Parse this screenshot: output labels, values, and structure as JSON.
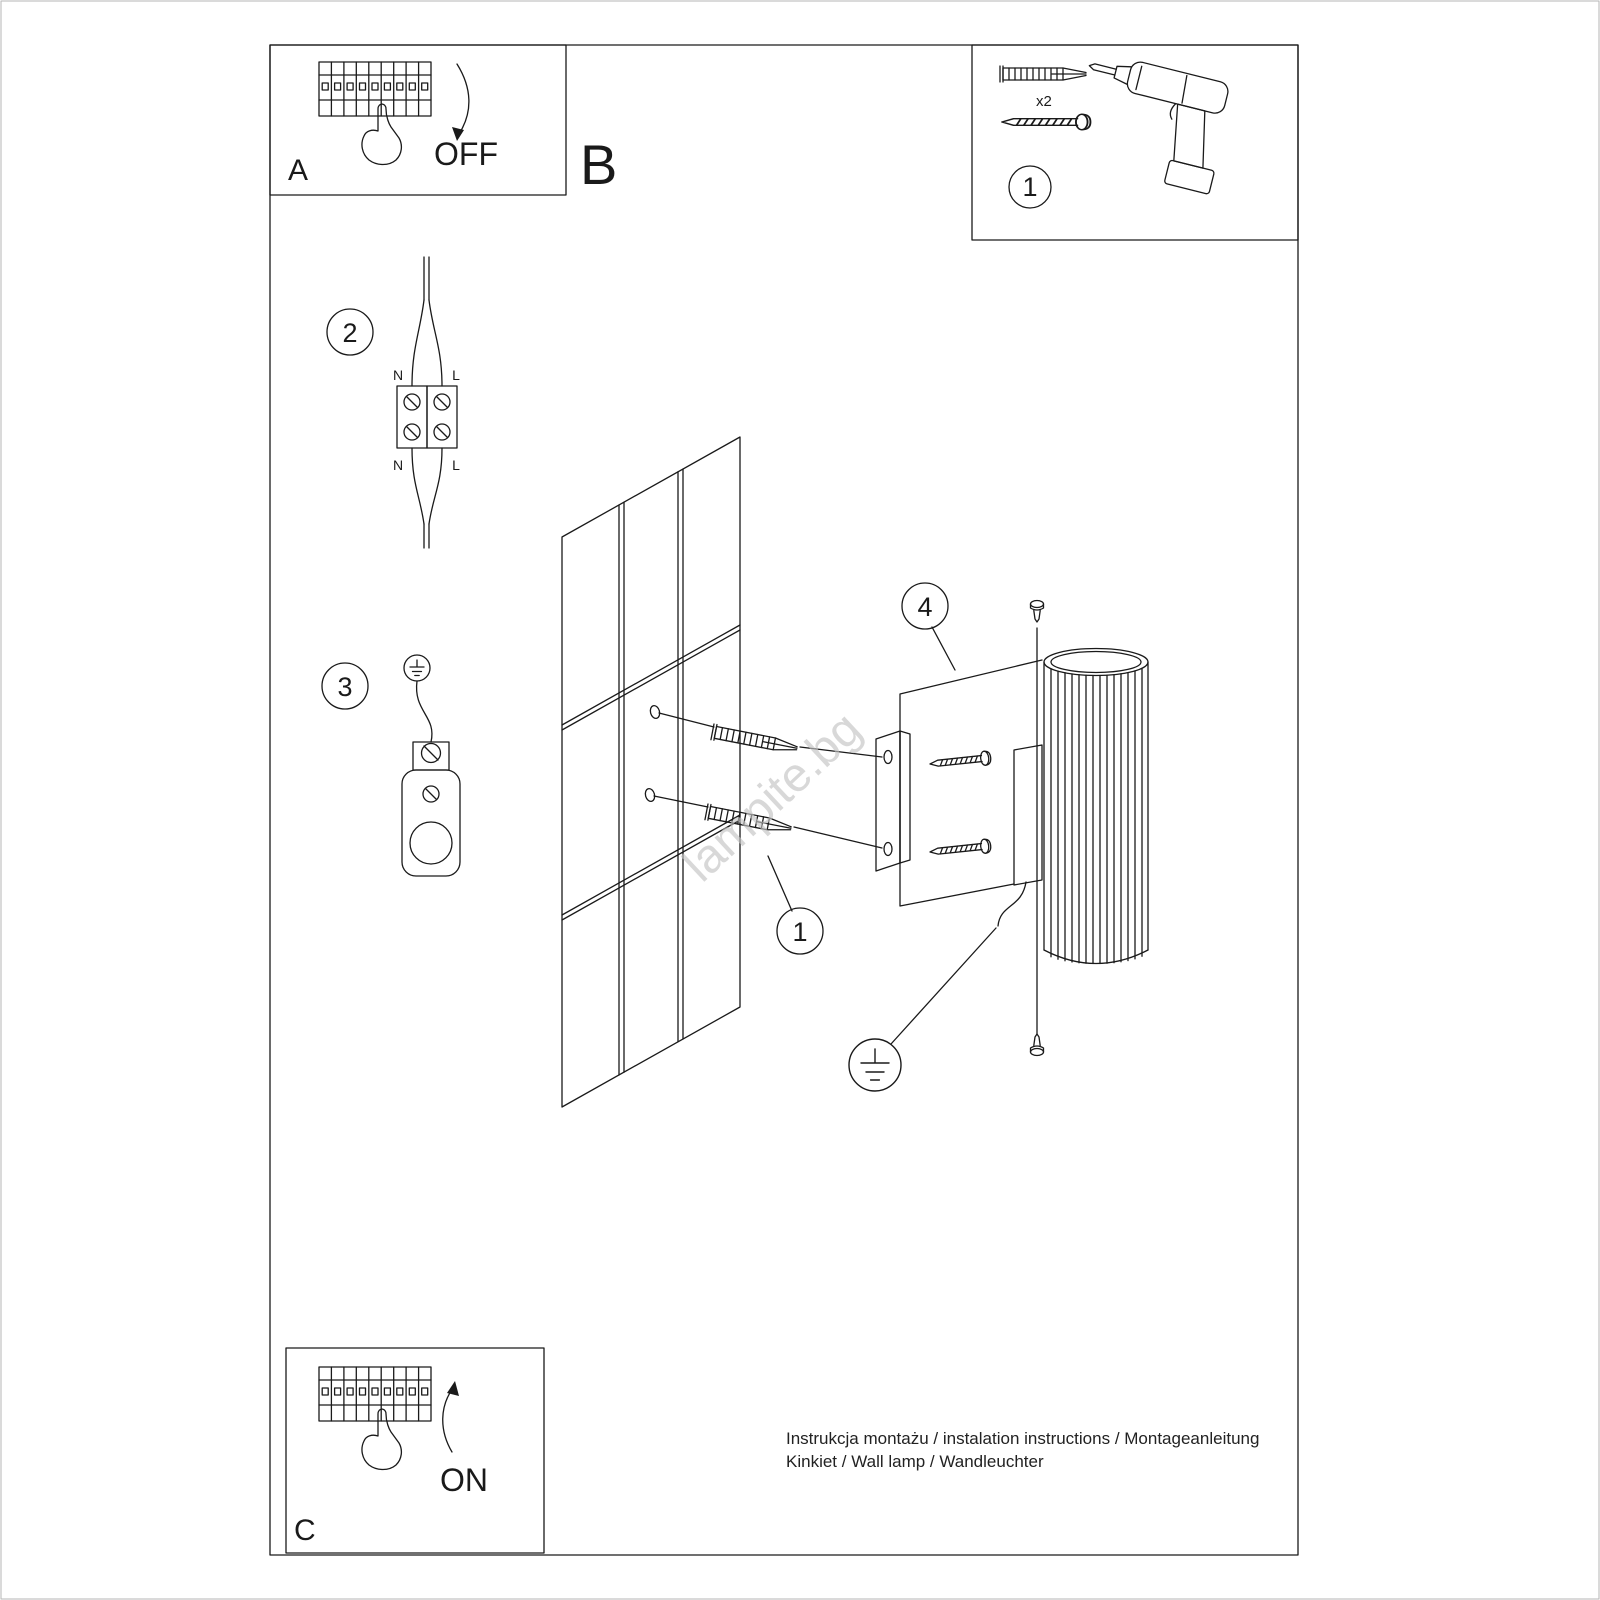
{
  "panels": {
    "a": {
      "label": "A",
      "state": "OFF"
    },
    "b": {
      "label": "B"
    },
    "c": {
      "label": "C",
      "state": "ON"
    }
  },
  "tools": {
    "qty": "x2",
    "step": "1"
  },
  "callouts": {
    "step1": "1",
    "step2": "2",
    "step3": "3",
    "step4": "4"
  },
  "wiring": {
    "n": "N",
    "l": "L"
  },
  "watermark": {
    "text": "lampite.bg",
    "color": "#c4c4c4"
  },
  "footer": {
    "line1": "Instrukcja montażu / instalation instructions / Montageanleitung",
    "line2": "Kinkiet / Wall lamp / Wandleuchter"
  },
  "colors": {
    "ink": "#1a1a1a"
  }
}
